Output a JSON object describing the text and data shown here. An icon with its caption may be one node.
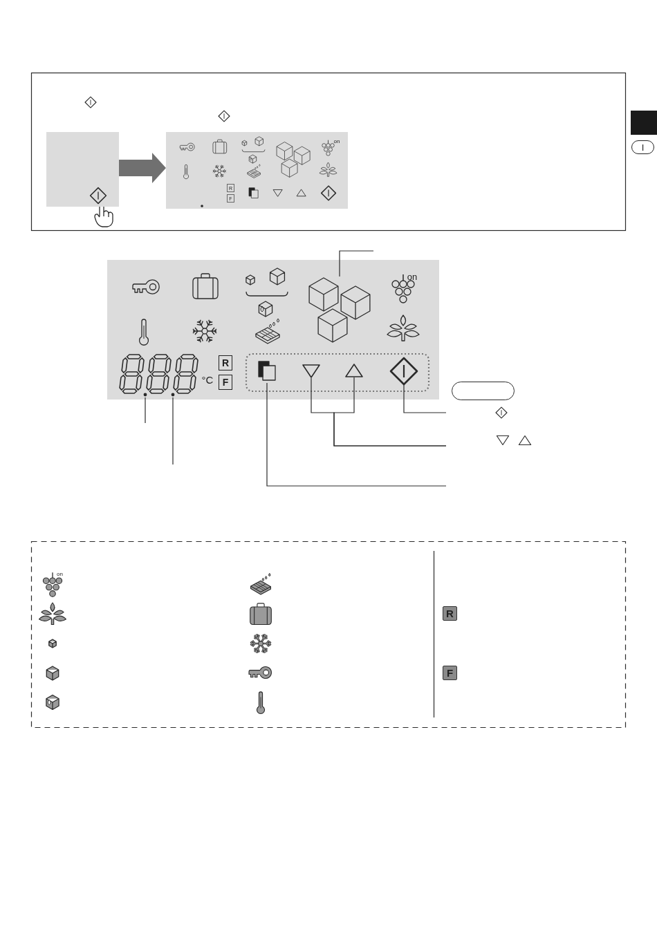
{
  "diagram": {
    "nodes": [
      {
        "text": [],
        "shape": "box"
      },
      {
        "text": [],
        "shape": "box"
      },
      {
        "text": [],
        "shape": "cube"
      },
      {
        "text": [],
        "shape": "circle"
      },
      {
        "text": [],
        "shape": "circle"
      },
      {
        "text": [],
        "shape": "box"
      },
      {
        "text": [],
        "shape": "triangle"
      },
      {
        "text": [],
        "shape": "triangle"
      },
      {
        "text": [],
        "shape": "diamond"
      },
      {
        "text": [],
        "shape": "box"
      }
    ],
    "edges": [
      {
        "from": 0,
        "to": 1,
        "arrow": "to",
        "style": "thick",
        "color": "#707070"
      },
      {
        "from": 2,
        "to": null,
        "arrow": "none"
      },
      {
        "from": 3,
        "to": null,
        "arrow": "none"
      },
      {
        "from": 4,
        "to": null,
        "arrow": "none"
      },
      {
        "from": 8,
        "to": null,
        "arrow": "none"
      },
      {
        "from": 6,
        "to": null,
        "arrow": "none"
      },
      {
        "from": 7,
        "to": null,
        "arrow": "none"
      },
      {
        "from": 5,
        "to": null,
        "arrow": "none"
      }
    ],
    "labels": [
      "I",
      "on",
      "R",
      "F",
      "on",
      "R",
      "°C",
      "F",
      "on",
      "R",
      "F"
    ]
  }
}
